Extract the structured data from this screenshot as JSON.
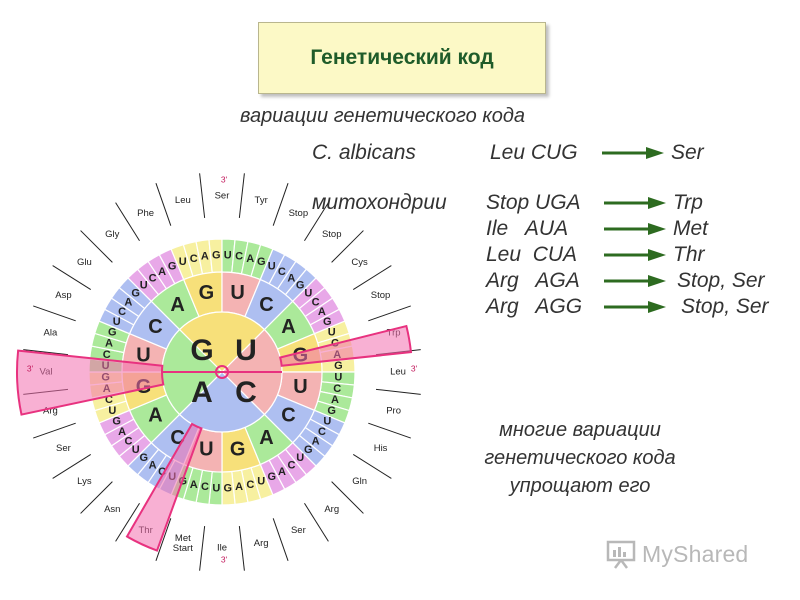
{
  "title": "Генетический код",
  "subtitle": "вариации генетического кода",
  "variations": [
    {
      "organism": "C. albicans",
      "codon": "Leu CUG",
      "result": "Ser"
    },
    {
      "organism": "митохондрии",
      "codon": "Stop UGA",
      "result": "Trp"
    },
    {
      "organism": "",
      "codon": "Ile   AUA",
      "result": "Met"
    },
    {
      "organism": "",
      "codon": "Leu  CUA",
      "result": "Thr"
    },
    {
      "organism": "",
      "codon": "Arg   AGA",
      "result": "Stop, Ser"
    },
    {
      "organism": "",
      "codon": "Arg   AGG",
      "result": "Stop, Ser"
    }
  ],
  "note": [
    "многие вариации",
    "генетического кода",
    "упрощают его"
  ],
  "logo": "MyShared",
  "colors": {
    "arrow": "#2d6b20",
    "G": "#f7e07a",
    "U": "#f4b3b3",
    "A": "#abe99a",
    "C": "#aebff1",
    "ring3": [
      "#e8a8e8",
      "#f7f0a0",
      "#abe99a",
      "#aebff1"
    ],
    "sectorMost": "#ddb888",
    "highlight": "#e8327f",
    "highlightFill": "#f36fae"
  },
  "wheel": {
    "inner": [
      "G",
      "U",
      "C",
      "A"
    ],
    "ring2": [
      "A",
      "G",
      "U",
      "C",
      "A",
      "G",
      "U",
      "C",
      "A",
      "G",
      "U",
      "C",
      "A",
      "G",
      "U",
      "C"
    ],
    "ring3": [
      "U",
      "C",
      "A",
      "G",
      "U",
      "C",
      "A",
      "G",
      "U",
      "C",
      "A",
      "G",
      "U",
      "C",
      "A",
      "G",
      "U",
      "C",
      "A",
      "G",
      "U",
      "C",
      "A",
      "G",
      "U",
      "C",
      "A",
      "G",
      "U",
      "C",
      "A",
      "G",
      "U",
      "C",
      "A",
      "G",
      "U",
      "C",
      "A",
      "G",
      "U",
      "C",
      "A",
      "G",
      "U",
      "C",
      "A",
      "G",
      "U",
      "C",
      "A",
      "G",
      "U",
      "C",
      "A",
      "G",
      "U",
      "C",
      "A",
      "G",
      "U",
      "C",
      "A",
      "G"
    ],
    "amino": [
      "Gly",
      "Phe",
      "Leu",
      "Ser",
      "Tyr",
      "Stop",
      "Stop",
      "Cys",
      "Stop",
      "Trp",
      "Leu",
      "Pro",
      "His",
      "Gln",
      "Arg",
      "Ser",
      "Arg",
      "Ile",
      "Met\nStart",
      "Thr",
      "Asn",
      "Lys",
      "Ser",
      "Arg",
      "Val",
      "Ala",
      "Asp",
      "Glu"
    ],
    "prime_top": "3'",
    "prime_right": "3'",
    "prime_left": "3'",
    "prime_bottom": "3'"
  }
}
